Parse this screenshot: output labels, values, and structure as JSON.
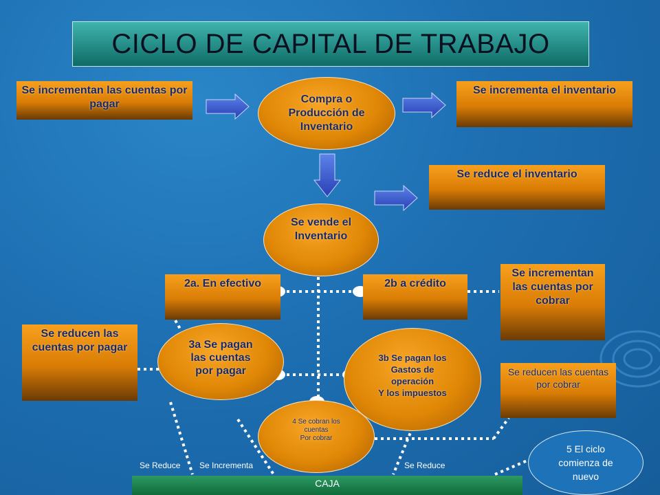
{
  "title": "CICLO DE CAPITAL DE TRABAJO",
  "boxes": {
    "cxp_increase": "Se incrementan las cuentas por pagar",
    "inv_increase": "Se incrementa el inventario",
    "inv_reduce": "Se reduce  el inventario",
    "cash": "2a. En efectivo",
    "credit": "2b a crédito",
    "cxc_increase": "Se incrementan las cuentas por cobrar",
    "cxp_reduce": "Se reducen las cuentas por pagar",
    "cxc_reduce": "Se reducen las cuentas por cobrar"
  },
  "ovals": {
    "purchase": [
      "Compra o",
      "Producción de",
      "Inventario"
    ],
    "sell": [
      "Se vende el",
      "Inventario"
    ],
    "pay_cxp": [
      "3a Se pagan",
      "las cuentas",
      "por pagar"
    ],
    "pay_expenses": [
      "3b Se pagan los",
      "Gastos de",
      "operación",
      "Y los impuestos"
    ],
    "collect": [
      "4 Se cobran los",
      "cuentas",
      "Por cobrar"
    ],
    "restart": [
      "5 El ciclo",
      "comienza de",
      "nuevo"
    ]
  },
  "caja": "CAJA",
  "bottom_labels": {
    "reduce_left": "Se Reduce",
    "increase": "Se Incrementa",
    "reduce_right": "Se Reduce"
  },
  "colors": {
    "background": "#1d6fb2",
    "box_orange": "#e08706",
    "text_navy": "#1a2a66",
    "title_teal": "#0f6b66",
    "caja_green": "#0f6b3a"
  }
}
